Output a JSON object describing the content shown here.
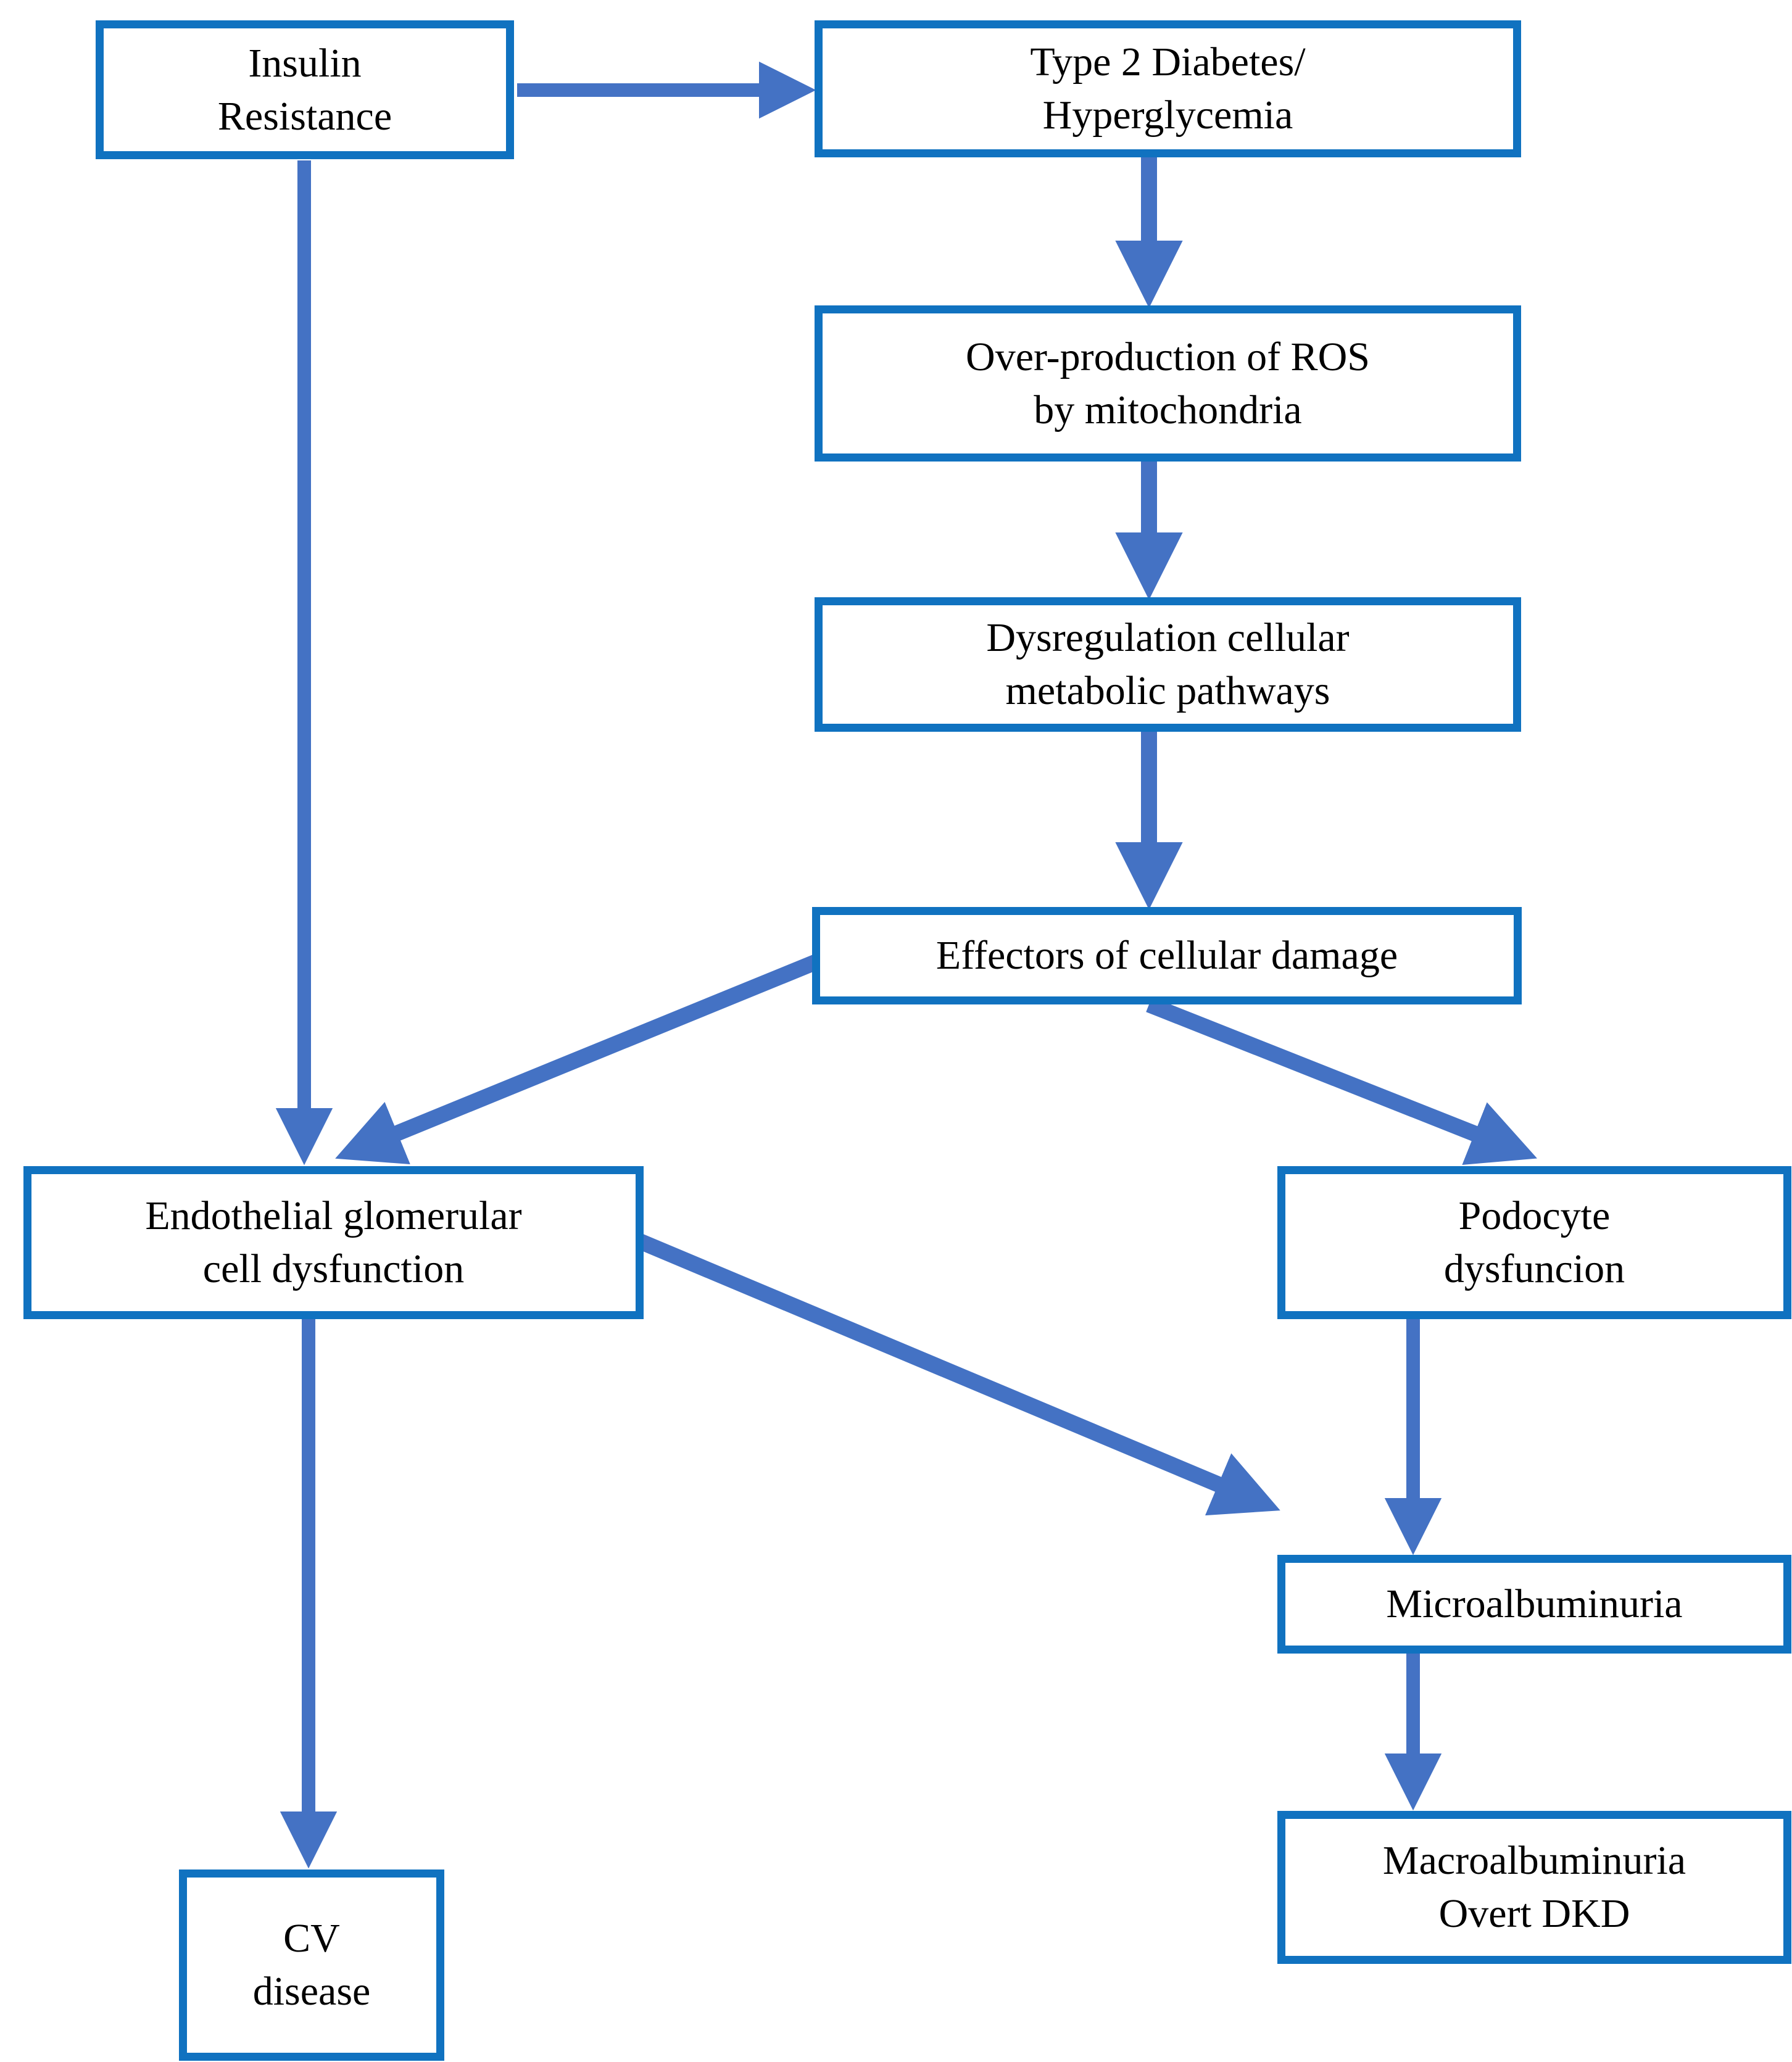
{
  "diagram": {
    "title": "Pathophysiology of diabetic kidney disease flowchart",
    "colors": {
      "node_border": "#1072C0",
      "node_fill": "#FFFFFF",
      "arrow": "#4472C4",
      "text": "#000000"
    },
    "nodes": [
      {
        "id": "insulin_resistance",
        "label": "Insulin\nResistance"
      },
      {
        "id": "type2_diabetes",
        "label": "Type 2 Diabetes/\nHyperglycemia"
      },
      {
        "id": "ros_overproduction",
        "label": "Over-production of ROS\nby mitochondria"
      },
      {
        "id": "dysregulation",
        "label": "Dysregulation cellular\nmetabolic pathways"
      },
      {
        "id": "effectors",
        "label": "Effectors of cellular damage"
      },
      {
        "id": "endothelial",
        "label": "Endothelial glomerular\ncell dysfunction"
      },
      {
        "id": "podocyte",
        "label": "Podocyte\ndysfuncion"
      },
      {
        "id": "microalbuminuria",
        "label": "Microalbuminuria"
      },
      {
        "id": "macroalbuminuria",
        "label": "Macroalbuminuria\nOvert DKD"
      },
      {
        "id": "cv_disease",
        "label": "CV\ndisease"
      }
    ],
    "edges": [
      {
        "from": "insulin_resistance",
        "to": "type2_diabetes",
        "style": "horizontal"
      },
      {
        "from": "insulin_resistance",
        "to": "endothelial",
        "style": "vertical"
      },
      {
        "from": "type2_diabetes",
        "to": "ros_overproduction",
        "style": "vertical"
      },
      {
        "from": "ros_overproduction",
        "to": "dysregulation",
        "style": "vertical"
      },
      {
        "from": "dysregulation",
        "to": "effectors",
        "style": "vertical"
      },
      {
        "from": "effectors",
        "to": "endothelial",
        "style": "diagonal"
      },
      {
        "from": "effectors",
        "to": "podocyte",
        "style": "diagonal"
      },
      {
        "from": "endothelial",
        "to": "microalbuminuria",
        "style": "diagonal"
      },
      {
        "from": "endothelial",
        "to": "cv_disease",
        "style": "vertical"
      },
      {
        "from": "podocyte",
        "to": "microalbuminuria",
        "style": "vertical"
      },
      {
        "from": "microalbuminuria",
        "to": "macroalbuminuria",
        "style": "vertical"
      }
    ]
  }
}
